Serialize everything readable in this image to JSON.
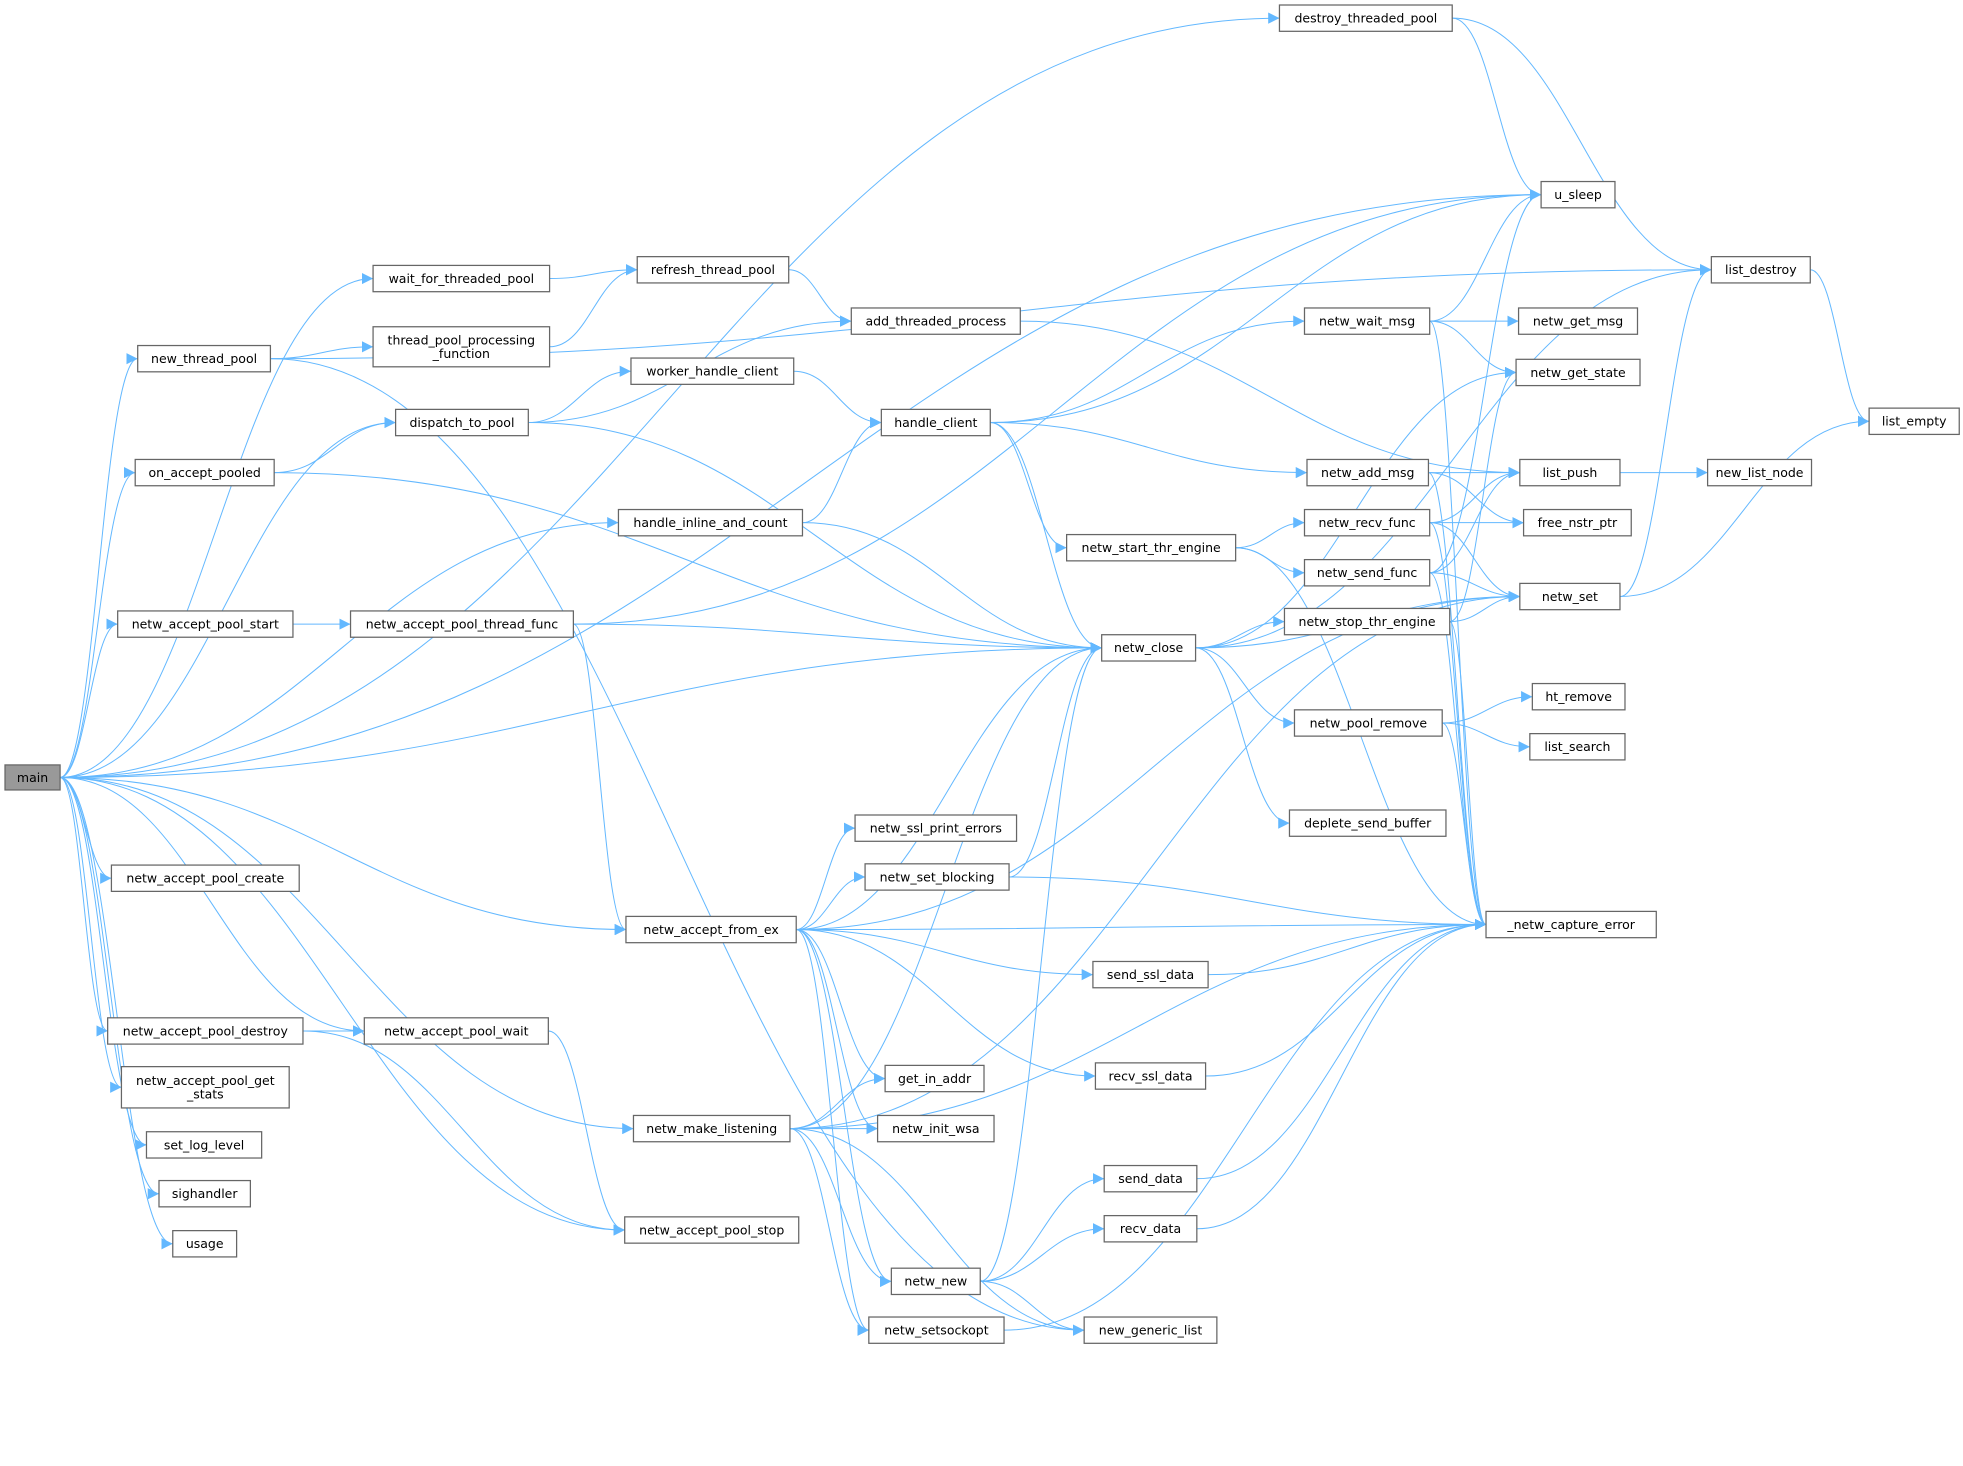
{
  "graph": {
    "root": "main",
    "colors": {
      "edge": "#63b8ff",
      "node_border": "#666666",
      "root_fill": "#999999",
      "node_fill": "#ffffff"
    },
    "nodes": [
      {
        "id": "main",
        "label": "main"
      },
      {
        "id": "destroy_threaded_pool",
        "label": "destroy_threaded_pool"
      },
      {
        "id": "u_sleep",
        "label": "u_sleep"
      },
      {
        "id": "list_destroy",
        "label": "list_destroy"
      },
      {
        "id": "wait_for_threaded_pool",
        "label": "wait_for_threaded_pool"
      },
      {
        "id": "refresh_thread_pool",
        "label": "refresh_thread_pool"
      },
      {
        "id": "new_thread_pool",
        "label": "new_thread_pool"
      },
      {
        "id": "thread_pool_processing_function",
        "label": "thread_pool_processing\n_function"
      },
      {
        "id": "add_threaded_process",
        "label": "add_threaded_process"
      },
      {
        "id": "netw_wait_msg",
        "label": "netw_wait_msg"
      },
      {
        "id": "netw_get_msg",
        "label": "netw_get_msg"
      },
      {
        "id": "worker_handle_client",
        "label": "worker_handle_client"
      },
      {
        "id": "netw_get_state",
        "label": "netw_get_state"
      },
      {
        "id": "dispatch_to_pool",
        "label": "dispatch_to_pool"
      },
      {
        "id": "handle_client",
        "label": "handle_client"
      },
      {
        "id": "list_empty",
        "label": "list_empty"
      },
      {
        "id": "on_accept_pooled",
        "label": "on_accept_pooled"
      },
      {
        "id": "netw_add_msg",
        "label": "netw_add_msg"
      },
      {
        "id": "list_push",
        "label": "list_push"
      },
      {
        "id": "new_list_node",
        "label": "new_list_node"
      },
      {
        "id": "handle_inline_and_count",
        "label": "handle_inline_and_count"
      },
      {
        "id": "netw_recv_func",
        "label": "netw_recv_func"
      },
      {
        "id": "free_nstr_ptr",
        "label": "free_nstr_ptr"
      },
      {
        "id": "netw_start_thr_engine",
        "label": "netw_start_thr_engine"
      },
      {
        "id": "netw_send_func",
        "label": "netw_send_func"
      },
      {
        "id": "netw_set",
        "label": "netw_set"
      },
      {
        "id": "netw_accept_pool_start",
        "label": "netw_accept_pool_start"
      },
      {
        "id": "netw_accept_pool_thread_func",
        "label": "netw_accept_pool_thread_func"
      },
      {
        "id": "netw_stop_thr_engine",
        "label": "netw_stop_thr_engine"
      },
      {
        "id": "netw_close",
        "label": "netw_close"
      },
      {
        "id": "ht_remove",
        "label": "ht_remove"
      },
      {
        "id": "netw_pool_remove",
        "label": "netw_pool_remove"
      },
      {
        "id": "list_search",
        "label": "list_search"
      },
      {
        "id": "deplete_send_buffer",
        "label": "deplete_send_buffer"
      },
      {
        "id": "netw_ssl_print_errors",
        "label": "netw_ssl_print_errors"
      },
      {
        "id": "netw_accept_pool_create",
        "label": "netw_accept_pool_create"
      },
      {
        "id": "netw_set_blocking",
        "label": "netw_set_blocking"
      },
      {
        "id": "netw_accept_from_ex",
        "label": "netw_accept_from_ex"
      },
      {
        "id": "_netw_capture_error",
        "label": "_netw_capture_error"
      },
      {
        "id": "send_ssl_data",
        "label": "send_ssl_data"
      },
      {
        "id": "netw_accept_pool_destroy",
        "label": "netw_accept_pool_destroy"
      },
      {
        "id": "netw_accept_pool_wait",
        "label": "netw_accept_pool_wait"
      },
      {
        "id": "netw_accept_pool_get_stats",
        "label": "netw_accept_pool_get\n_stats"
      },
      {
        "id": "recv_ssl_data",
        "label": "recv_ssl_data"
      },
      {
        "id": "get_in_addr",
        "label": "get_in_addr"
      },
      {
        "id": "netw_make_listening",
        "label": "netw_make_listening"
      },
      {
        "id": "netw_init_wsa",
        "label": "netw_init_wsa"
      },
      {
        "id": "set_log_level",
        "label": "set_log_level"
      },
      {
        "id": "send_data",
        "label": "send_data"
      },
      {
        "id": "sighandler",
        "label": "sighandler"
      },
      {
        "id": "recv_data",
        "label": "recv_data"
      },
      {
        "id": "netw_accept_pool_stop",
        "label": "netw_accept_pool_stop"
      },
      {
        "id": "usage",
        "label": "usage"
      },
      {
        "id": "netw_new",
        "label": "netw_new"
      },
      {
        "id": "netw_setsockopt",
        "label": "netw_setsockopt"
      },
      {
        "id": "new_generic_list",
        "label": "new_generic_list"
      }
    ],
    "edges": [
      [
        "main",
        "destroy_threaded_pool"
      ],
      [
        "main",
        "u_sleep"
      ],
      [
        "main",
        "wait_for_threaded_pool"
      ],
      [
        "main",
        "new_thread_pool"
      ],
      [
        "main",
        "dispatch_to_pool"
      ],
      [
        "main",
        "on_accept_pooled"
      ],
      [
        "main",
        "handle_inline_and_count"
      ],
      [
        "main",
        "netw_accept_pool_start"
      ],
      [
        "main",
        "netw_close"
      ],
      [
        "main",
        "netw_accept_from_ex"
      ],
      [
        "main",
        "netw_make_listening"
      ],
      [
        "main",
        "netw_accept_pool_create"
      ],
      [
        "main",
        "netw_accept_pool_destroy"
      ],
      [
        "main",
        "netw_accept_pool_wait"
      ],
      [
        "main",
        "netw_accept_pool_get_stats"
      ],
      [
        "main",
        "set_log_level"
      ],
      [
        "main",
        "sighandler"
      ],
      [
        "main",
        "usage"
      ],
      [
        "main",
        "netw_accept_pool_stop"
      ],
      [
        "destroy_threaded_pool",
        "u_sleep"
      ],
      [
        "destroy_threaded_pool",
        "list_destroy"
      ],
      [
        "wait_for_threaded_pool",
        "refresh_thread_pool"
      ],
      [
        "refresh_thread_pool",
        "add_threaded_process"
      ],
      [
        "thread_pool_processing_function",
        "refresh_thread_pool"
      ],
      [
        "new_thread_pool",
        "thread_pool_processing_function"
      ],
      [
        "new_thread_pool",
        "list_destroy"
      ],
      [
        "new_thread_pool",
        "new_generic_list"
      ],
      [
        "dispatch_to_pool",
        "add_threaded_process"
      ],
      [
        "dispatch_to_pool",
        "worker_handle_client"
      ],
      [
        "dispatch_to_pool",
        "netw_close"
      ],
      [
        "worker_handle_client",
        "handle_client"
      ],
      [
        "on_accept_pooled",
        "dispatch_to_pool"
      ],
      [
        "on_accept_pooled",
        "netw_close"
      ],
      [
        "handle_inline_and_count",
        "handle_client"
      ],
      [
        "handle_inline_and_count",
        "netw_close"
      ],
      [
        "add_threaded_process",
        "list_push"
      ],
      [
        "handle_client",
        "u_sleep"
      ],
      [
        "handle_client",
        "netw_wait_msg"
      ],
      [
        "handle_client",
        "netw_add_msg"
      ],
      [
        "handle_client",
        "netw_start_thr_engine"
      ],
      [
        "handle_client",
        "netw_close"
      ],
      [
        "netw_wait_msg",
        "u_sleep"
      ],
      [
        "netw_wait_msg",
        "netw_get_msg"
      ],
      [
        "netw_wait_msg",
        "netw_get_state"
      ],
      [
        "netw_wait_msg",
        "_netw_capture_error"
      ],
      [
        "netw_add_msg",
        "list_push"
      ],
      [
        "netw_add_msg",
        "free_nstr_ptr"
      ],
      [
        "netw_add_msg",
        "_netw_capture_error"
      ],
      [
        "list_push",
        "new_list_node"
      ],
      [
        "netw_set",
        "list_destroy"
      ],
      [
        "netw_set",
        "list_empty"
      ],
      [
        "list_destroy",
        "list_empty"
      ],
      [
        "netw_start_thr_engine",
        "netw_recv_func"
      ],
      [
        "netw_start_thr_engine",
        "netw_send_func"
      ],
      [
        "netw_start_thr_engine",
        "_netw_capture_error"
      ],
      [
        "netw_recv_func",
        "list_push"
      ],
      [
        "netw_recv_func",
        "free_nstr_ptr"
      ],
      [
        "netw_recv_func",
        "netw_set"
      ],
      [
        "netw_recv_func",
        "_netw_capture_error"
      ],
      [
        "netw_send_func",
        "u_sleep"
      ],
      [
        "netw_send_func",
        "list_push"
      ],
      [
        "netw_send_func",
        "netw_set"
      ],
      [
        "netw_send_func",
        "_netw_capture_error"
      ],
      [
        "netw_accept_pool_start",
        "netw_accept_pool_thread_func"
      ],
      [
        "netw_accept_pool_thread_func",
        "u_sleep"
      ],
      [
        "netw_accept_pool_thread_func",
        "netw_close"
      ],
      [
        "netw_accept_pool_thread_func",
        "netw_accept_from_ex"
      ],
      [
        "netw_close",
        "list_destroy"
      ],
      [
        "netw_close",
        "netw_get_state"
      ],
      [
        "netw_close",
        "netw_set"
      ],
      [
        "netw_close",
        "netw_stop_thr_engine"
      ],
      [
        "netw_close",
        "netw_pool_remove"
      ],
      [
        "netw_close",
        "deplete_send_buffer"
      ],
      [
        "netw_stop_thr_engine",
        "netw_get_state"
      ],
      [
        "netw_stop_thr_engine",
        "netw_set"
      ],
      [
        "netw_stop_thr_engine",
        "_netw_capture_error"
      ],
      [
        "netw_pool_remove",
        "ht_remove"
      ],
      [
        "netw_pool_remove",
        "list_search"
      ],
      [
        "netw_pool_remove",
        "_netw_capture_error"
      ],
      [
        "netw_accept_from_ex",
        "netw_close"
      ],
      [
        "netw_accept_from_ex",
        "netw_set"
      ],
      [
        "netw_accept_from_ex",
        "netw_ssl_print_errors"
      ],
      [
        "netw_accept_from_ex",
        "netw_set_blocking"
      ],
      [
        "netw_accept_from_ex",
        "_netw_capture_error"
      ],
      [
        "netw_accept_from_ex",
        "send_ssl_data"
      ],
      [
        "netw_accept_from_ex",
        "recv_ssl_data"
      ],
      [
        "netw_accept_from_ex",
        "get_in_addr"
      ],
      [
        "netw_accept_from_ex",
        "netw_init_wsa"
      ],
      [
        "netw_accept_from_ex",
        "netw_new"
      ],
      [
        "netw_accept_from_ex",
        "netw_setsockopt"
      ],
      [
        "netw_set_blocking",
        "netw_close"
      ],
      [
        "netw_set_blocking",
        "_netw_capture_error"
      ],
      [
        "send_ssl_data",
        "_netw_capture_error"
      ],
      [
        "recv_ssl_data",
        "_netw_capture_error"
      ],
      [
        "netw_accept_pool_destroy",
        "netw_accept_pool_wait"
      ],
      [
        "netw_accept_pool_destroy",
        "netw_accept_pool_stop"
      ],
      [
        "netw_accept_pool_wait",
        "netw_accept_pool_stop"
      ],
      [
        "netw_make_listening",
        "get_in_addr"
      ],
      [
        "netw_make_listening",
        "netw_init_wsa"
      ],
      [
        "netw_make_listening",
        "netw_close"
      ],
      [
        "netw_make_listening",
        "netw_set"
      ],
      [
        "netw_make_listening",
        "netw_new"
      ],
      [
        "netw_make_listening",
        "netw_setsockopt"
      ],
      [
        "netw_make_listening",
        "new_generic_list"
      ],
      [
        "netw_make_listening",
        "_netw_capture_error"
      ],
      [
        "send_data",
        "_netw_capture_error"
      ],
      [
        "recv_data",
        "_netw_capture_error"
      ],
      [
        "netw_new",
        "netw_close"
      ],
      [
        "netw_new",
        "send_data"
      ],
      [
        "netw_new",
        "recv_data"
      ],
      [
        "netw_new",
        "new_generic_list"
      ],
      [
        "netw_setsockopt",
        "_netw_capture_error"
      ]
    ]
  }
}
